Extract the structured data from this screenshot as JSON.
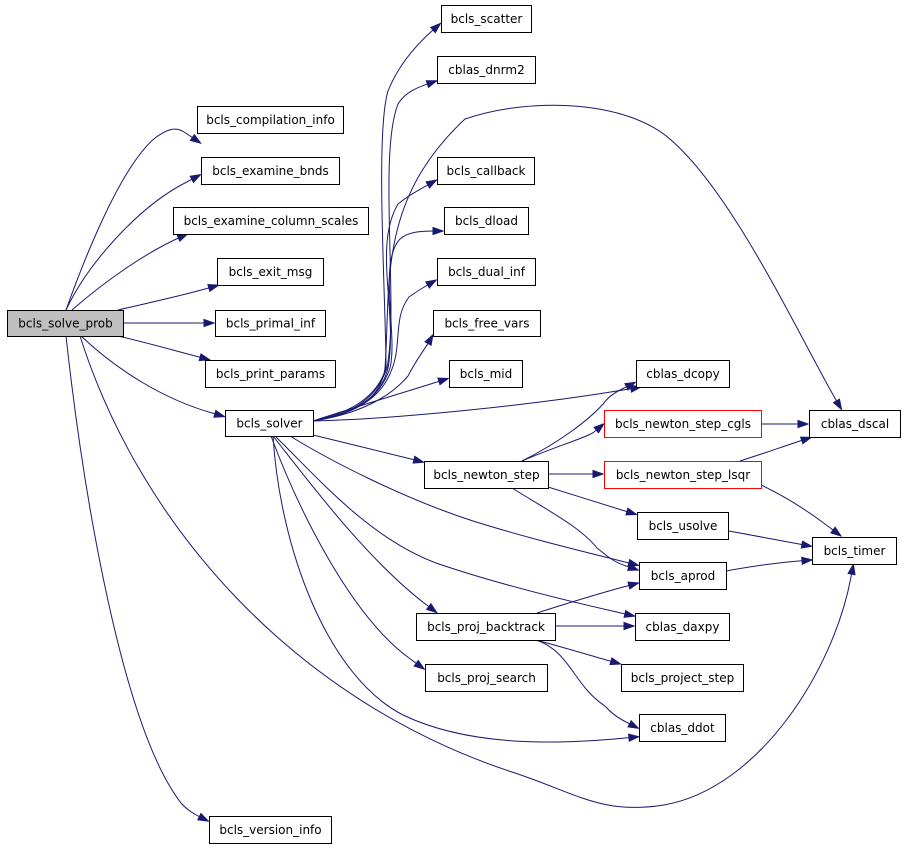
{
  "colors": {
    "edge": "#191970",
    "node_border": "#000000",
    "node_border_highlight": "#ff0000",
    "root_fill": "#bfbfbf",
    "node_fill": "#ffffff"
  },
  "nodes": {
    "solve_prob": {
      "label": "bcls_solve_prob",
      "style": "root"
    },
    "compilation_info": {
      "label": "bcls_compilation_info",
      "style": "normal"
    },
    "examine_bnds": {
      "label": "bcls_examine_bnds",
      "style": "normal"
    },
    "examine_column_scales": {
      "label": "bcls_examine_column_scales",
      "style": "normal"
    },
    "exit_msg": {
      "label": "bcls_exit_msg",
      "style": "normal"
    },
    "primal_inf": {
      "label": "bcls_primal_inf",
      "style": "normal"
    },
    "print_params": {
      "label": "bcls_print_params",
      "style": "normal"
    },
    "solver": {
      "label": "bcls_solver",
      "style": "normal"
    },
    "version_info": {
      "label": "bcls_version_info",
      "style": "normal"
    },
    "scatter": {
      "label": "bcls_scatter",
      "style": "normal"
    },
    "dnrm2": {
      "label": "cblas_dnrm2",
      "style": "normal"
    },
    "callback": {
      "label": "bcls_callback",
      "style": "normal"
    },
    "dload": {
      "label": "bcls_dload",
      "style": "normal"
    },
    "dual_inf": {
      "label": "bcls_dual_inf",
      "style": "normal"
    },
    "free_vars": {
      "label": "bcls_free_vars",
      "style": "normal"
    },
    "mid": {
      "label": "bcls_mid",
      "style": "normal"
    },
    "newton_step": {
      "label": "bcls_newton_step",
      "style": "normal"
    },
    "proj_backtrack": {
      "label": "bcls_proj_backtrack",
      "style": "normal"
    },
    "proj_search": {
      "label": "bcls_proj_search",
      "style": "normal"
    },
    "dcopy": {
      "label": "cblas_dcopy",
      "style": "normal"
    },
    "cgls": {
      "label": "bcls_newton_step_cgls",
      "style": "highlight"
    },
    "lsqr": {
      "label": "bcls_newton_step_lsqr",
      "style": "highlight"
    },
    "usolve": {
      "label": "bcls_usolve",
      "style": "normal"
    },
    "aprod": {
      "label": "bcls_aprod",
      "style": "normal"
    },
    "daxpy": {
      "label": "cblas_daxpy",
      "style": "normal"
    },
    "project_step": {
      "label": "bcls_project_step",
      "style": "normal"
    },
    "ddot": {
      "label": "cblas_ddot",
      "style": "normal"
    },
    "dscal": {
      "label": "cblas_dscal",
      "style": "normal"
    },
    "timer": {
      "label": "bcls_timer",
      "style": "normal"
    }
  },
  "edges": [
    [
      "solve_prob",
      "compilation_info"
    ],
    [
      "solve_prob",
      "examine_bnds"
    ],
    [
      "solve_prob",
      "examine_column_scales"
    ],
    [
      "solve_prob",
      "exit_msg"
    ],
    [
      "solve_prob",
      "primal_inf"
    ],
    [
      "solve_prob",
      "print_params"
    ],
    [
      "solve_prob",
      "solver"
    ],
    [
      "solve_prob",
      "version_info"
    ],
    [
      "solve_prob",
      "timer"
    ],
    [
      "solver",
      "scatter"
    ],
    [
      "solver",
      "dnrm2"
    ],
    [
      "solver",
      "dscal"
    ],
    [
      "solver",
      "callback"
    ],
    [
      "solver",
      "dload"
    ],
    [
      "solver",
      "dual_inf"
    ],
    [
      "solver",
      "free_vars"
    ],
    [
      "solver",
      "mid"
    ],
    [
      "solver",
      "dcopy"
    ],
    [
      "solver",
      "newton_step"
    ],
    [
      "solver",
      "aprod"
    ],
    [
      "solver",
      "daxpy"
    ],
    [
      "solver",
      "proj_backtrack"
    ],
    [
      "solver",
      "proj_search"
    ],
    [
      "solver",
      "ddot"
    ],
    [
      "newton_step",
      "dcopy"
    ],
    [
      "newton_step",
      "cgls"
    ],
    [
      "newton_step",
      "lsqr"
    ],
    [
      "newton_step",
      "usolve"
    ],
    [
      "newton_step",
      "aprod"
    ],
    [
      "cgls",
      "dscal"
    ],
    [
      "lsqr",
      "dscal"
    ],
    [
      "lsqr",
      "timer"
    ],
    [
      "usolve",
      "timer"
    ],
    [
      "aprod",
      "timer"
    ],
    [
      "proj_backtrack",
      "aprod"
    ],
    [
      "proj_backtrack",
      "daxpy"
    ],
    [
      "proj_backtrack",
      "project_step"
    ],
    [
      "proj_backtrack",
      "ddot"
    ]
  ]
}
